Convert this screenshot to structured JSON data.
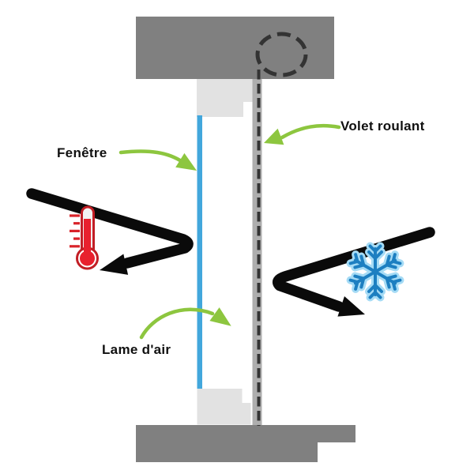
{
  "diagram": {
    "description": "Schematic cross-section of a window with a closed roller shutter creating an insulating air gap",
    "labels": {
      "window": "Fenêtre",
      "shutter": "Volet roulant",
      "air_gap": "Lame d'air"
    },
    "icons": {
      "heat": "thermometer-icon",
      "cold": "snowflake-icon",
      "roller_box": "dashed-roller-circle-icon"
    },
    "colors": {
      "annotation_green": "#8dc63f",
      "window_blue": "#42a7dc",
      "wall_gray": "#808080",
      "frame_light_gray": "#e2e2e2",
      "rail_gray": "#aeaeae",
      "dash_dark": "#333333",
      "arrow_black": "#0a0a0a",
      "thermometer_red": "#e8212e",
      "thermometer_border_red": "#c21e25",
      "snowflake_blue": "#1d7fc1",
      "snowflake_light_blue": "#a5dbf5",
      "background": "#ffffff"
    }
  }
}
